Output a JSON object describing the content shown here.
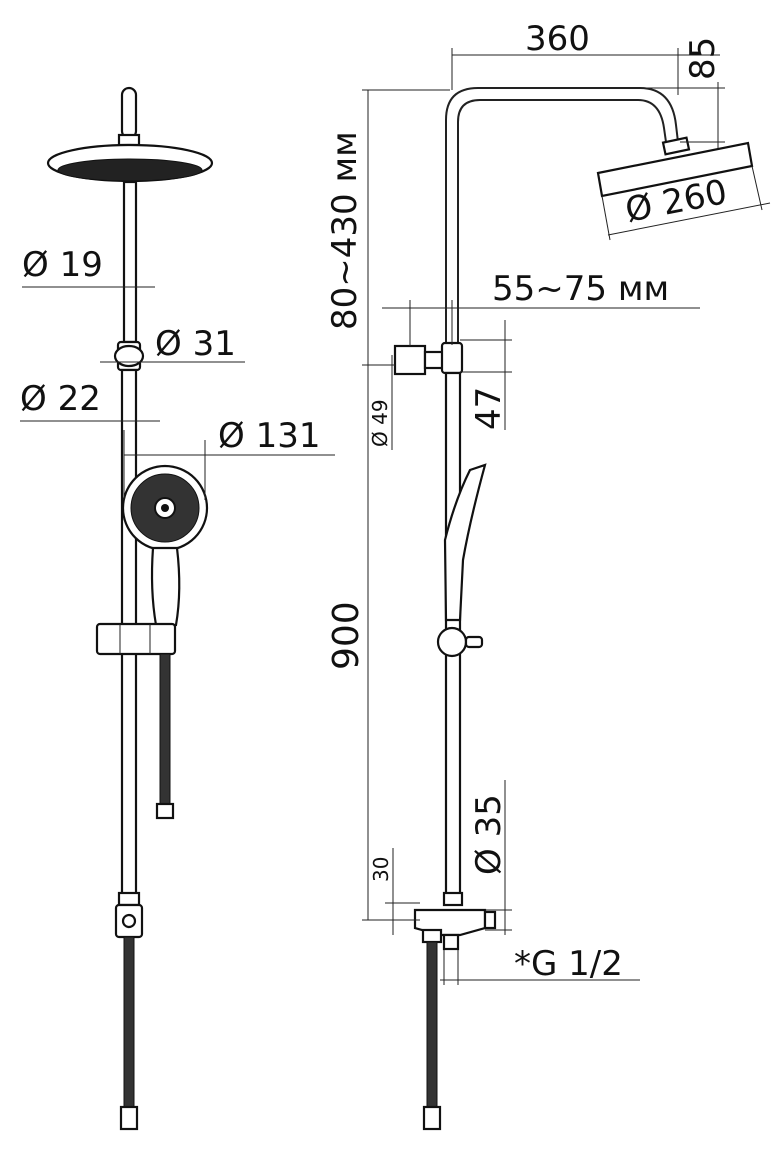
{
  "dimensions": {
    "overhead_arm_length": "360",
    "head_offset_height": "85",
    "overhead_diameter": "Ø 260",
    "height_range": "80~430 мм",
    "wall_offset_range": "55~75 мм",
    "bracket_height": "47",
    "bracket_diameter": "Ø 49",
    "rail_height": "900",
    "mixer_diameter": "Ø 35",
    "mixer_height": "30",
    "thread": "*G 1/2",
    "top_pipe_diameter": "Ø 19",
    "slider_diameter": "Ø 31",
    "rail_diameter": "Ø 22",
    "hand_shower_diameter": "Ø 131"
  },
  "colors": {
    "line": "#111111",
    "background": "#ffffff"
  }
}
